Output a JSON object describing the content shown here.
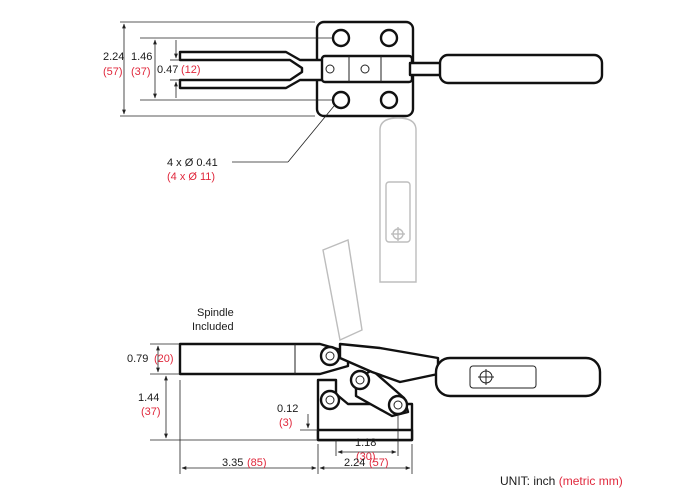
{
  "colors": {
    "line": "#111111",
    "ghost": "#bdbdbd",
    "metric": "#e0283c"
  },
  "top_view": {
    "overall_width": "2.24",
    "overall_width_metric": "(57)",
    "hole_pitch": "1.46",
    "hole_pitch_metric": "(37)",
    "spindle_gap": "0.47",
    "spindle_gap_metric": "(12)",
    "holes": "4 x Ø 0.41",
    "holes_metric": "(4 x Ø 11)"
  },
  "side_view": {
    "spindle_label_line1": "Spindle",
    "spindle_label_line2": "Included",
    "arm_height": "0.79",
    "arm_height_metric": "(20)",
    "base_to_arm": "1.44",
    "base_to_arm_metric": "(37)",
    "base_thickness": "0.12",
    "base_thickness_metric": "(3)",
    "hole_spacing": "1.18",
    "hole_spacing_metric": "(30)",
    "reach": "3.35",
    "reach_metric": "(85)",
    "base_length": "2.24",
    "base_length_metric": "(57)"
  },
  "unit": {
    "label": "UNIT: inch",
    "metric": "(metric mm)"
  }
}
